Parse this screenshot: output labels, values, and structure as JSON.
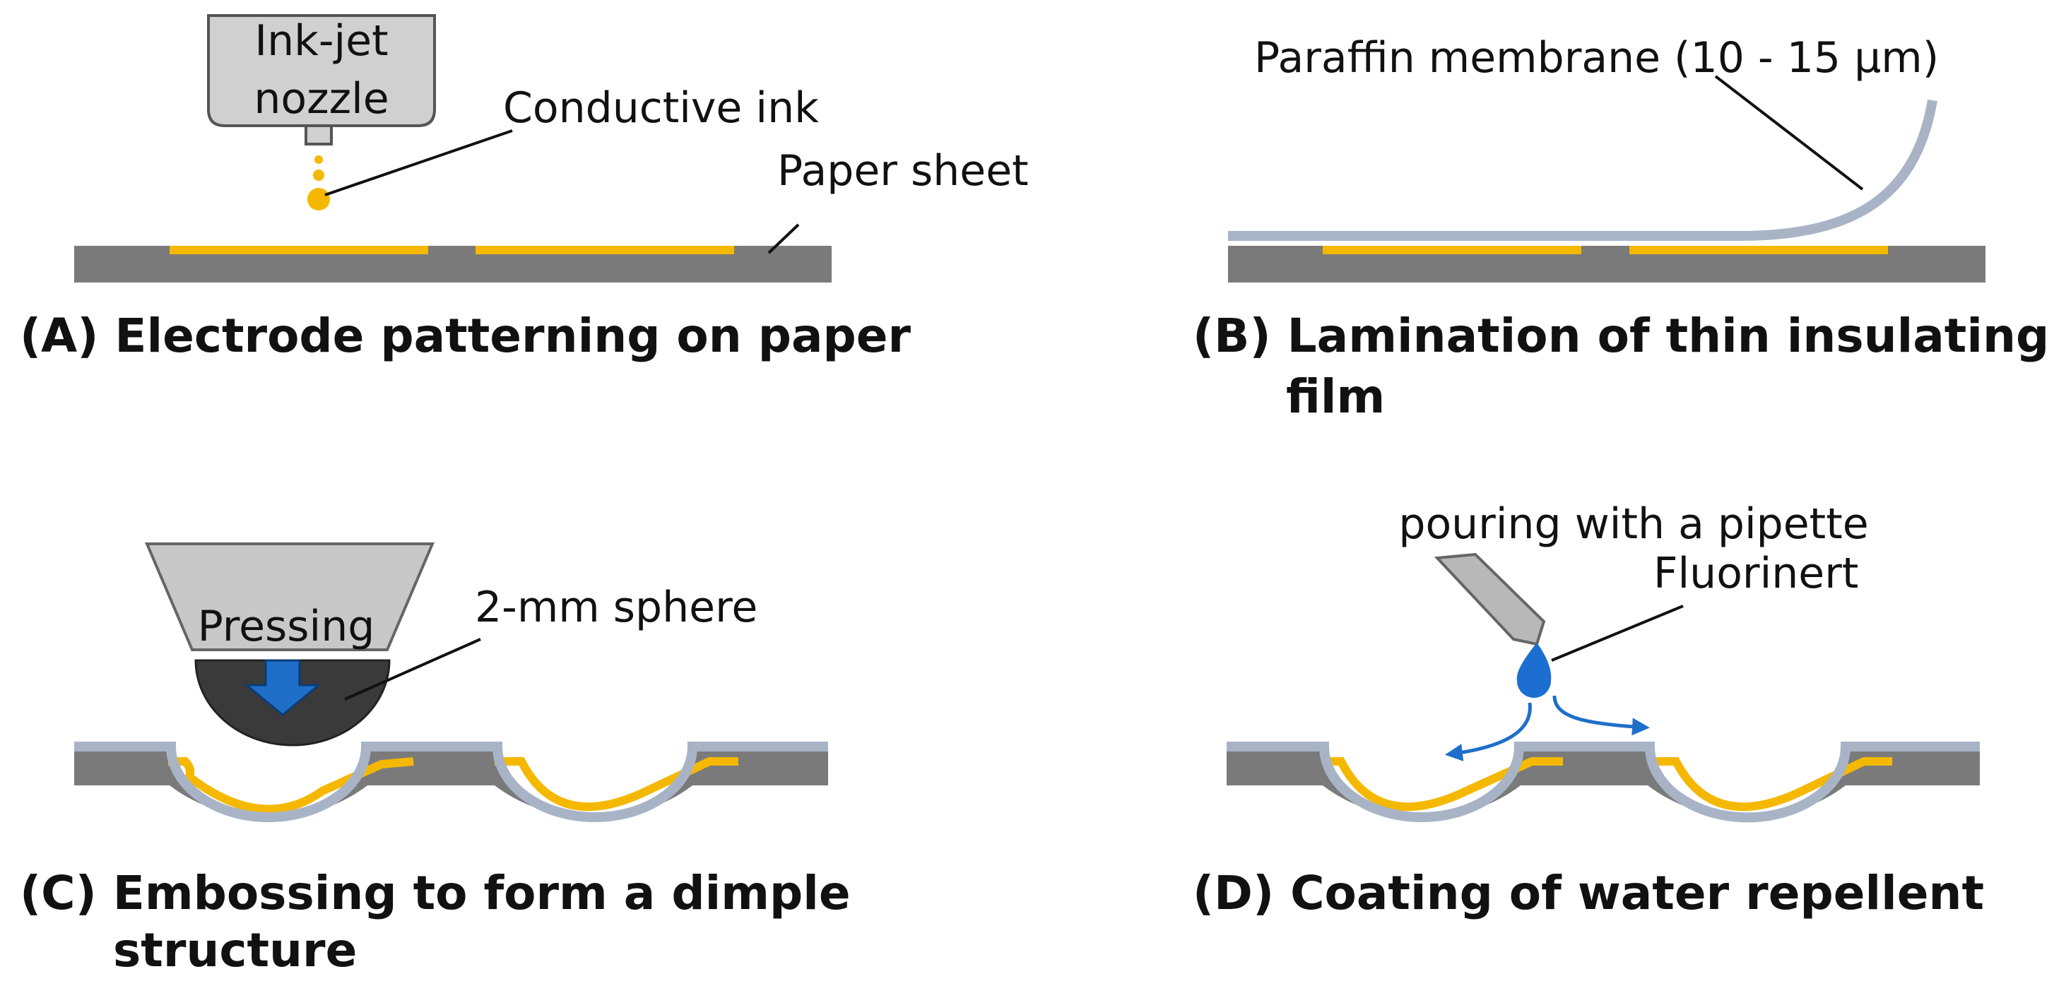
{
  "colors": {
    "substrate": "#7a7a7a",
    "electrode": "#f5b800",
    "membrane": "#a8b4c6",
    "tool": "#c8c8c8",
    "sphere": "#3a3a3a",
    "arrow_blue": "#1f6fc8",
    "drop_blue": "#1c6fd1",
    "leader": "#111111"
  },
  "panel_a": {
    "nozzle_label_line1": "Ink-jet",
    "nozzle_label_line2": "nozzle",
    "ink_label": "Conductive ink",
    "paper_label": "Paper sheet",
    "caption": "(A) Electrode patterning on paper"
  },
  "panel_b": {
    "membrane_label": "Paraffin membrane (10 - 15 µm)",
    "caption_line1": "(B) Lamination of thin insulating",
    "caption_line2": "film"
  },
  "panel_c": {
    "pressing_label": "Pressing",
    "sphere_label": "2-mm sphere",
    "caption_line1": "(C) Embossing to form a dimple",
    "caption_line2": "structure"
  },
  "panel_d": {
    "pipette_label": "pouring with a pipette",
    "fluid_label": "Fluorinert",
    "caption": "(D) Coating of water repellent"
  }
}
